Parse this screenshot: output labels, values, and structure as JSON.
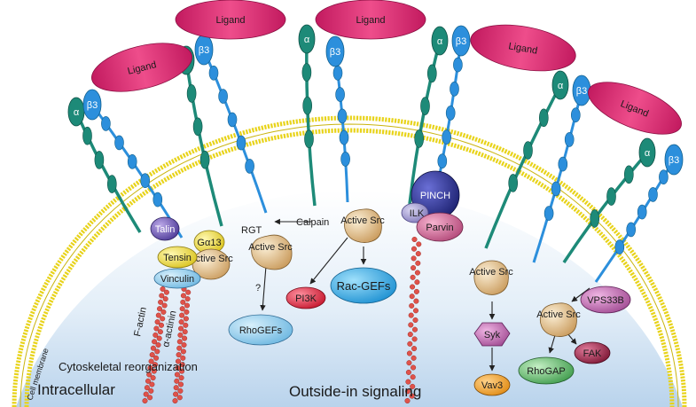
{
  "regions": {
    "intracellular": "Intracellular",
    "outside_in": "Outside-in signaling",
    "cytoskeletal": "Cytoskeletal reorganization",
    "cell_membrane": "Cell membrane"
  },
  "integrin": {
    "alpha": "α",
    "beta": "β3",
    "ligand": "Ligand"
  },
  "nodes": {
    "talin": "Talin",
    "g_alpha13": "Gα13",
    "tensin": "Tensin",
    "active_src": "Active Src",
    "vinculin": "Vinculin",
    "f_actin": "F-actin",
    "alpha_actinin": "α-actinin",
    "rgt": "RGT",
    "calpain": "Calpain",
    "question": "?",
    "rhogefs": "RhoGEFs",
    "pi3k": "PI3K",
    "rac_gefs": "Rac-GEFs",
    "pinch": "PINCH",
    "ilk": "ILK",
    "parvin": "Parvin",
    "syk": "Syk",
    "vav3": "Vav3",
    "vps33b": "VPS33B",
    "rhogap": "RhoGAP",
    "fak": "FAK"
  }
}
